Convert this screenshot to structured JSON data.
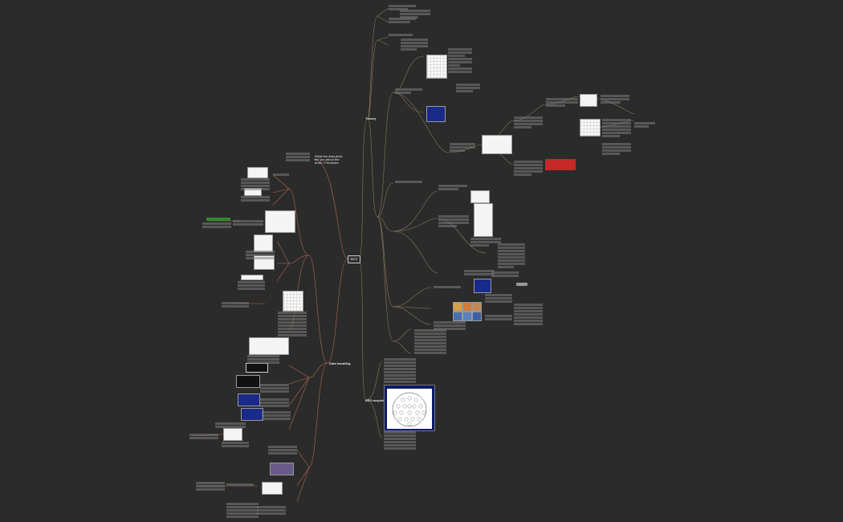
{
  "root": {
    "label": "EEG"
  },
  "branches": {
    "theory": {
      "label": "Theory"
    },
    "eeg_acquisition": {
      "label": "EEG acquisition"
    },
    "data_handling": {
      "label": "Data handling"
    },
    "title_note": {
      "label": "What the data plots tell you about the brain / Principles"
    }
  },
  "colors": {
    "background": "#2b2b2b",
    "connector": "#8a7a5a",
    "connector_alt": "#b26a4a",
    "text": "#d8d8d8",
    "accent_red": "#c62828",
    "accent_green": "#2f8a2f",
    "panel_blue": "#1a2a8a"
  }
}
